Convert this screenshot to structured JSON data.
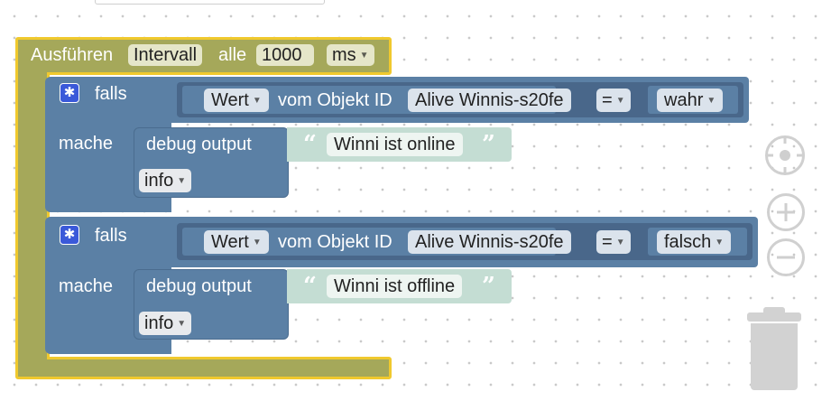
{
  "interval_block": {
    "label_run": "Ausführen",
    "mode_value": "Intervall",
    "label_every": "alle",
    "interval_value": "1000",
    "unit_value": "ms"
  },
  "if_blocks": [
    {
      "label_if": "falls",
      "label_do": "mache",
      "cond_property": "Wert",
      "label_of_object": "vom Objekt ID",
      "object_id": "Alive Winnis-s20fe",
      "operator": "=",
      "compare_value": "wahr",
      "action_label": "debug output",
      "message": "Winni ist online",
      "level": "info"
    },
    {
      "label_if": "falls",
      "label_do": "mache",
      "cond_property": "Wert",
      "label_of_object": "vom Objekt ID",
      "object_id": "Alive Winnis-s20fe",
      "operator": "=",
      "compare_value": "falsch",
      "action_label": "debug output",
      "message": "Winni ist offline",
      "level": "info"
    }
  ],
  "quote_open": "“",
  "quote_close": "”",
  "icons": {
    "mutator": "gear-icon",
    "recenter": "crosshair-icon",
    "zoom_in": "plus-icon",
    "zoom_out": "minus-icon",
    "trash": "trash-icon"
  },
  "colors": {
    "interval_block": "#a5a85a",
    "interval_highlight": "#f0c92e",
    "logic_block": "#5b80a5",
    "text_block": "#c4ddd3",
    "mutator_badge": "#3a59d9"
  }
}
